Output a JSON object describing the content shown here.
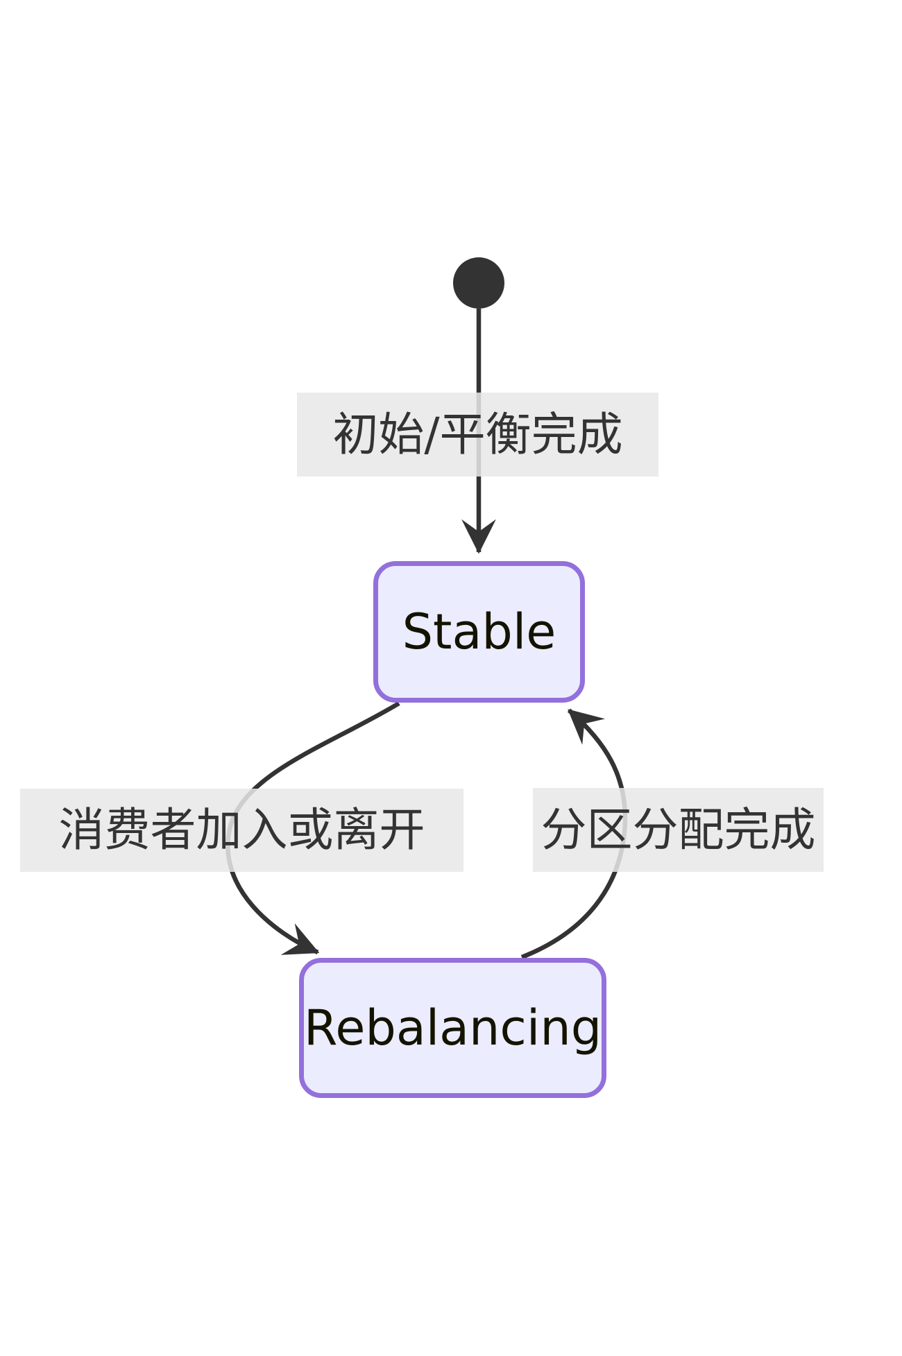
{
  "diagram": {
    "type": "state-diagram",
    "background_color": "#ffffff",
    "colors": {
      "node_fill": "#ECECFF",
      "node_border": "#9370DB",
      "node_text": "#131300",
      "edge_stroke": "#333333",
      "edge_label_text": "#333333",
      "edge_label_background": "#e8e8e8",
      "initial_dot": "#333333"
    },
    "initial_state": {
      "shape": "filled-circle"
    },
    "nodes": [
      {
        "id": "stable",
        "label": "Stable"
      },
      {
        "id": "rebalancing",
        "label": "Rebalancing"
      }
    ],
    "edges": [
      {
        "from": "initial",
        "to": "stable",
        "label": "初始/平衡完成"
      },
      {
        "from": "stable",
        "to": "rebalancing",
        "label": "消费者加入或离开"
      },
      {
        "from": "rebalancing",
        "to": "stable",
        "label": "分区分配完成"
      }
    ]
  }
}
